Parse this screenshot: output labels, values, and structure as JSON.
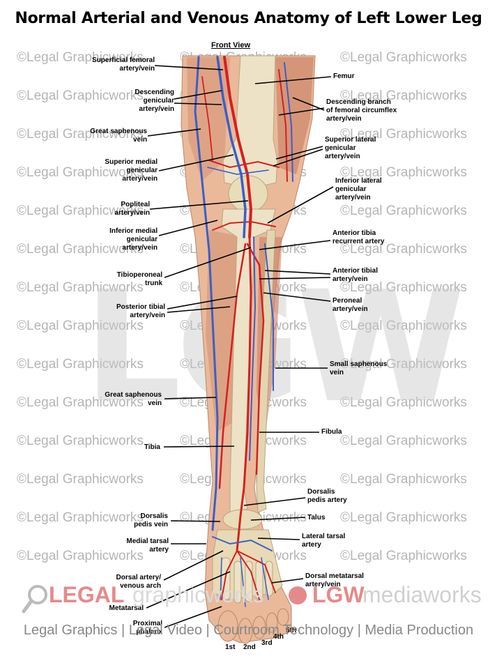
{
  "title": "Normal Arterial and Venous Anatomy of Left Lower Leg",
  "view_label": "Front View",
  "watermark_text": "©Legal Graphicworks",
  "watermark_overlay": "LGW",
  "labels": {
    "superficial_femoral": "Superficial femoral\nartery/vein",
    "descending_genicular": "Descending\ngenicular\nartery/vein",
    "great_saphenous_upper": "Great saphenous\nvein",
    "superior_medial_genicular": "Superior medial\ngenicular\nartery/vein",
    "popliteal": "Popliteal\nartery/vein",
    "inferior_medial_genicular": "Inferior medial\ngenicular\nartery/vein",
    "tibioperoneal_trunk": "Tibioperoneal\ntrunk",
    "posterior_tibial": "Posterior tibial\nartery/vein",
    "great_saphenous_lower": "Great saphenous\nvein",
    "tibia": "Tibia",
    "dorsalis_pedis_vein": "Dorsalis\npedis vein",
    "medial_tarsal": "Medial tarsal\nartery",
    "dorsal_venous_arch": "Dorsal artery/\nvenous arch",
    "metatarsal": "Metatarsal",
    "proximal_phalanx": "Proximal\nphalanx",
    "femur": "Femur",
    "descending_branch": "Descending branch\nof femoral circumflex\nartery/vein",
    "superior_lateral_genicular": "Superior lateral\ngenicular\nartery/vein",
    "inferior_lateral_genicular": "Inferior lateral\ngenicular\nartery/vein",
    "anterior_tibia_recurrent": "Anterior tibia\nrecurrent artery",
    "anterior_tibial": "Anterior tibial\nartery/vein",
    "peroneal": "Peroneal\nartery/vein",
    "small_saphenous": "Small saphenous\nvein",
    "fibula": "Fibula",
    "dorsalis_pedis_artery": "Dorsalis\npedis artery",
    "talus": "Talus",
    "lateral_tarsal": "Lateral tarsal\nartery",
    "dorsal_metatarsal": "Dorsal metatarsal\nartery/vein"
  },
  "toes": [
    "1st",
    "2nd",
    "3rd",
    "4th",
    "5th"
  ],
  "brand": {
    "legal": "LEGAL",
    "graphicworks": "graphicworks",
    "lgw": "LGW",
    "mediaworks": "mediaworks"
  },
  "tagline": "Legal Graphics | Legal Video | Courtroom Technology | Media Production",
  "colors": {
    "artery": "#d42020",
    "vein": "#3a5fc8",
    "bone": "#e8dcc0",
    "skin": "#e9b99a",
    "muscle": "#c97b62",
    "watermark": "#b5b5b5",
    "brand_red": "#e58a8a"
  }
}
